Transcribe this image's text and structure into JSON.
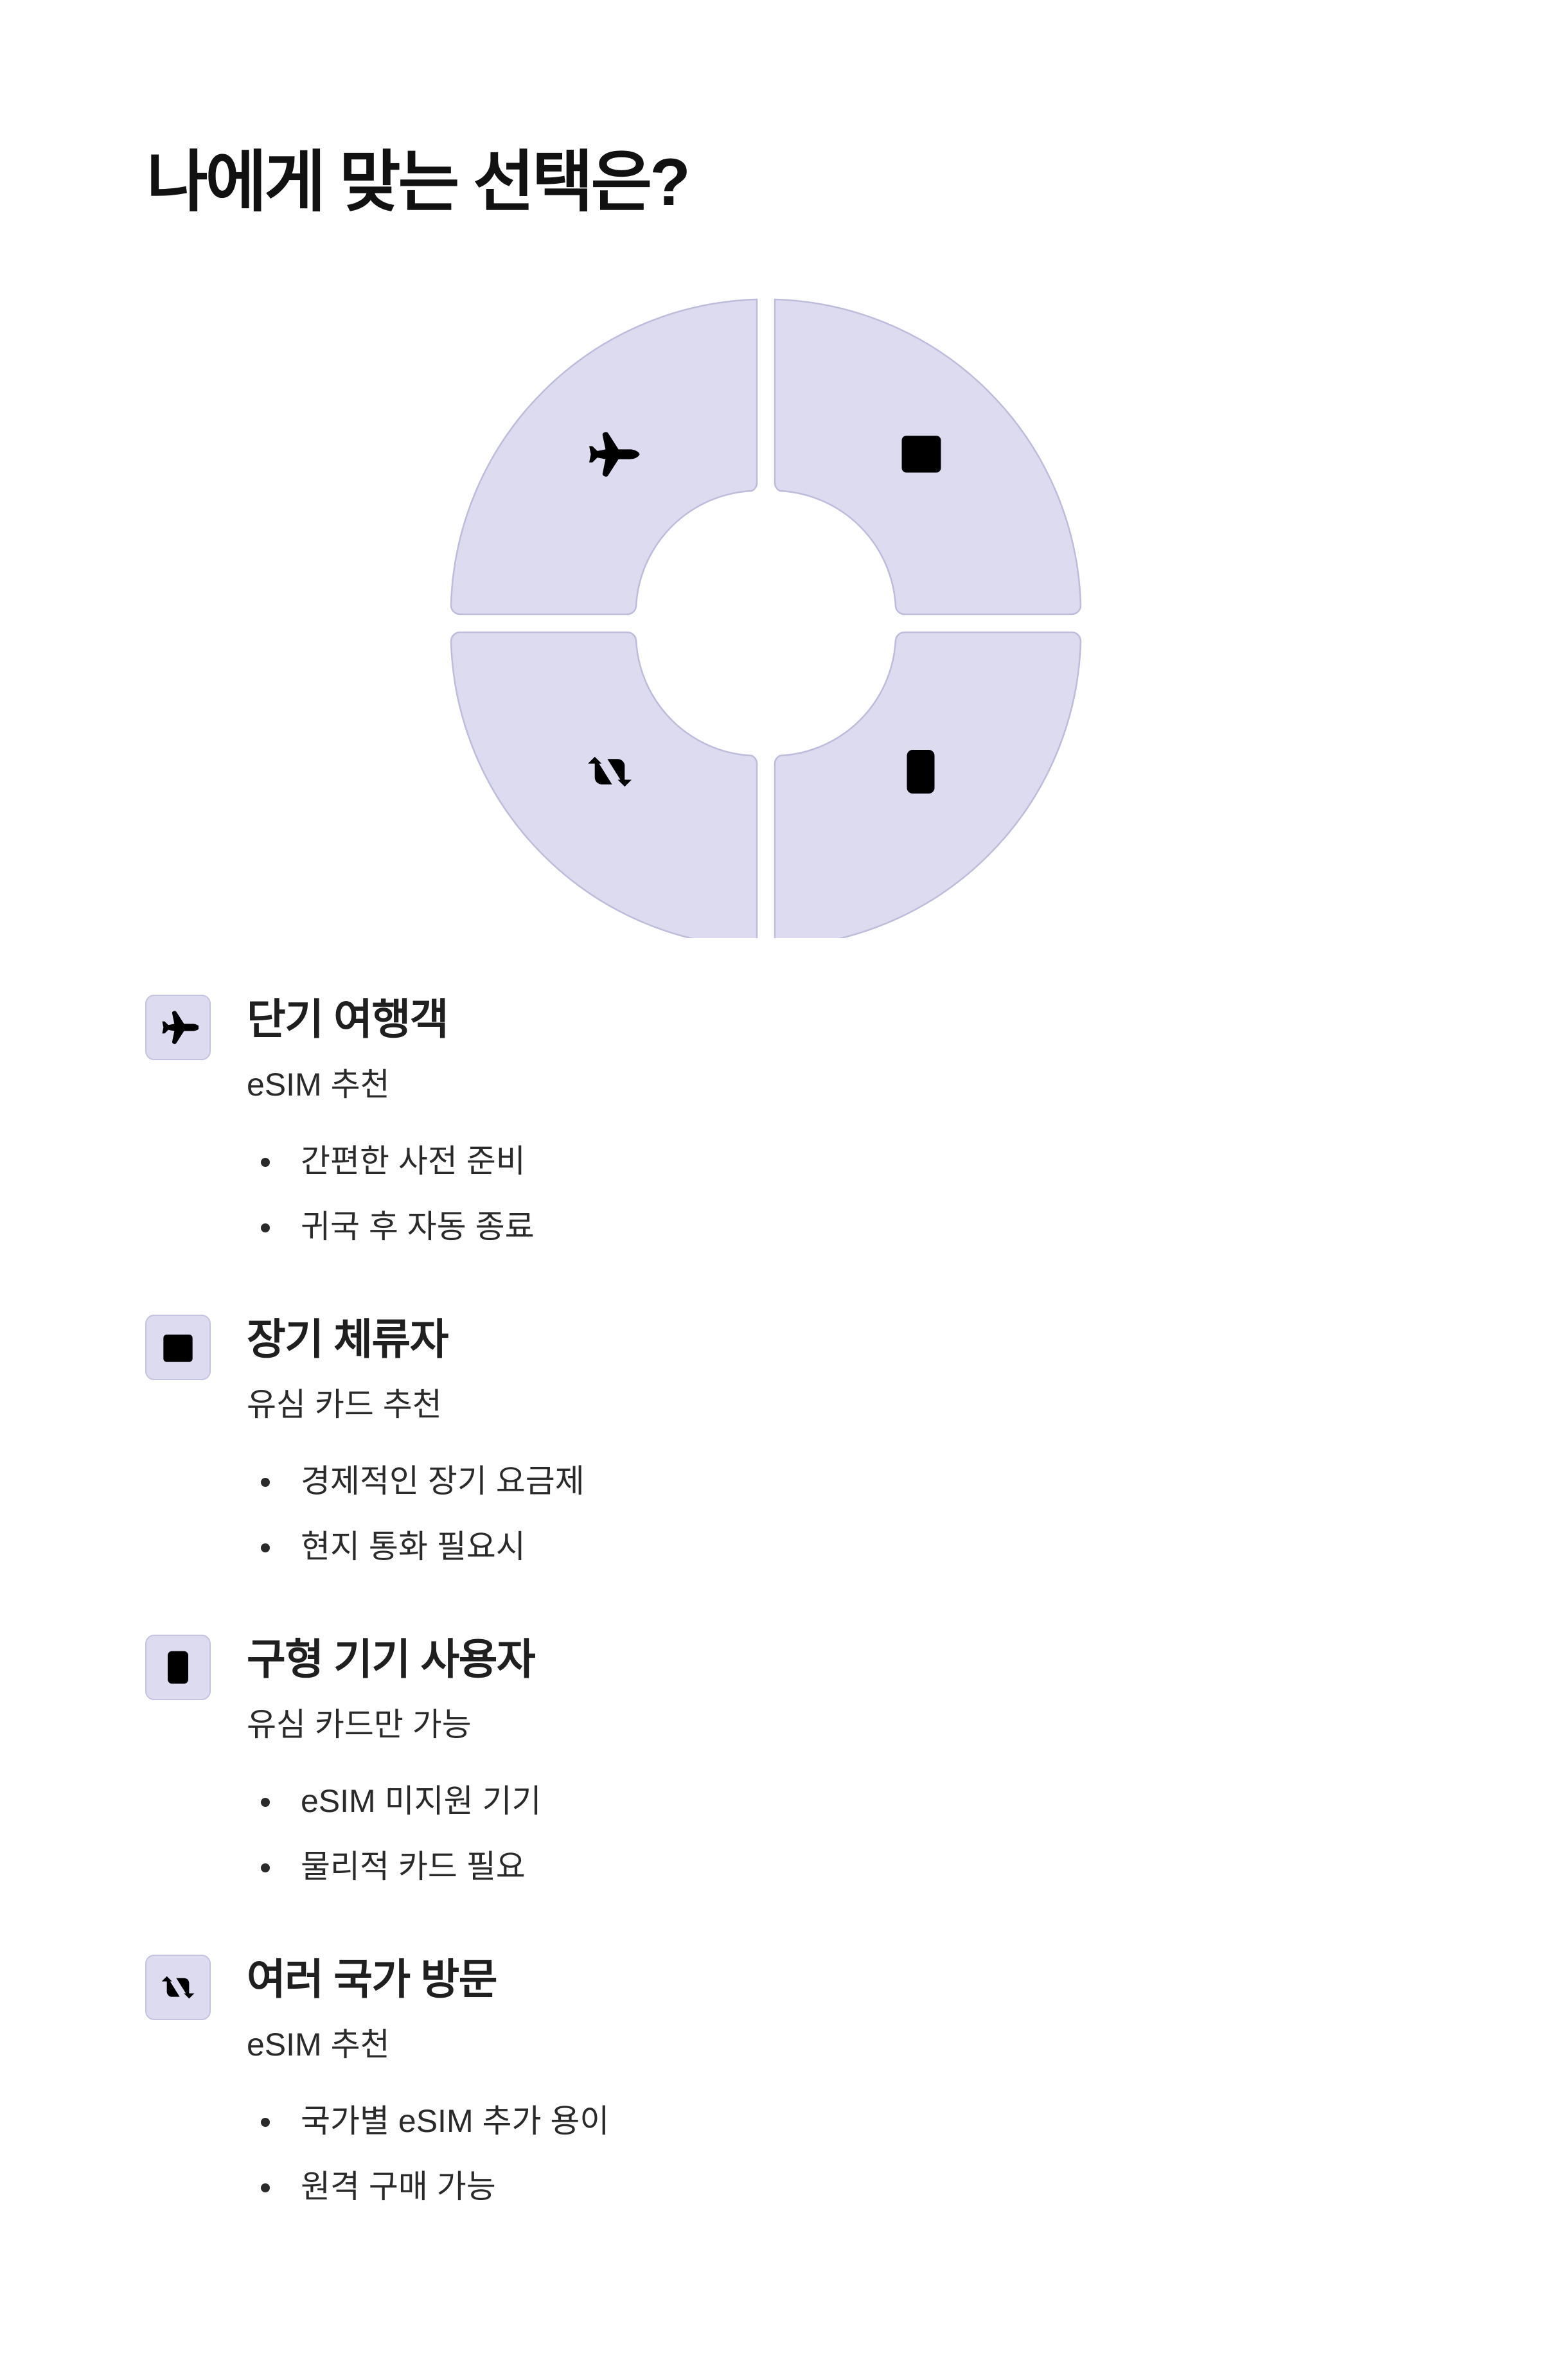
{
  "title": "나에게 맞는 선택은?",
  "colors": {
    "segment_fill": "#dcdbf0",
    "segment_stroke": "#bdbcdb",
    "icon_stroke": "#262626"
  },
  "diagram": {
    "segments": [
      {
        "position": "top-left",
        "icon": "airplane-icon"
      },
      {
        "position": "top-right",
        "icon": "calendar-icon"
      },
      {
        "position": "bottom-left",
        "icon": "repeat-arrows-icon"
      },
      {
        "position": "bottom-right",
        "icon": "device-chip-icon"
      }
    ]
  },
  "personas": [
    {
      "icon": "airplane-icon",
      "title": "단기 여행객",
      "recommendation": "eSIM 추천",
      "points": [
        "간편한 사전 준비",
        "귀국 후 자동 종료"
      ]
    },
    {
      "icon": "calendar-icon",
      "title": "장기 체류자",
      "recommendation": "유심 카드 추천",
      "points": [
        "경제적인 장기 요금제",
        "현지 통화 필요시"
      ]
    },
    {
      "icon": "device-chip-icon",
      "title": "구형 기기 사용자",
      "recommendation": "유심 카드만 가능",
      "points": [
        "eSIM 미지원 기기",
        "물리적 카드 필요"
      ]
    },
    {
      "icon": "repeat-arrows-icon",
      "title": "여러 국가 방문",
      "recommendation": "eSIM 추천",
      "points": [
        "국가별 eSIM 추가 용이",
        "원격 구매 가능"
      ]
    }
  ]
}
